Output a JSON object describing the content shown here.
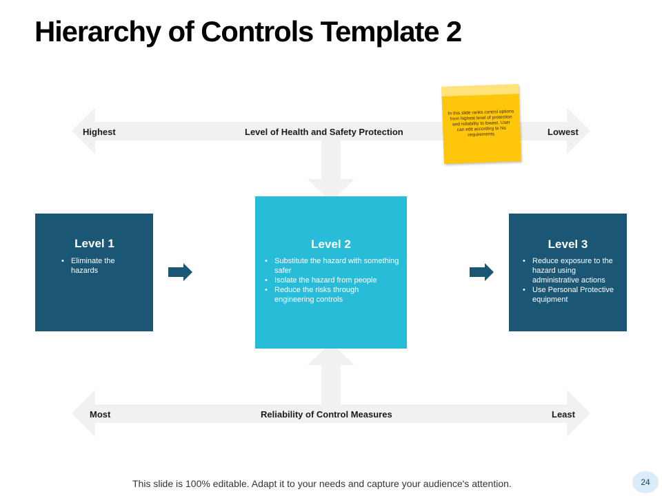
{
  "title": "Hierarchy of Controls Template 2",
  "top_arrow": {
    "left_label": "Highest",
    "center_label": "Level of Health and Safety Protection",
    "right_label": "Lowest"
  },
  "bottom_arrow": {
    "left_label": "Most",
    "center_label": "Reliability of Control Measures",
    "right_label": "Least"
  },
  "levels": [
    {
      "title": "Level 1",
      "bullets": [
        "Eliminate the hazards"
      ]
    },
    {
      "title": "Level 2",
      "bullets": [
        "Substitute the hazard with something safer",
        "Isolate the hazard from people",
        "Reduce the risks through engineering controls"
      ]
    },
    {
      "title": "Level 3",
      "bullets": [
        "Reduce exposure to the hazard using administrative actions",
        "Use Personal Protective equipment"
      ]
    }
  ],
  "sticky_note": "In this slide ranks control options from highest level of protection and reliability to lowest. User can edit according to his requirements.",
  "footer": "This slide is 100% editable. Adapt it to your needs and capture your audience's attention.",
  "page_number": "24",
  "colors": {
    "dark_teal": "#1b5774",
    "light_teal": "#29bcd8",
    "arrow_gray": "#f1f1f1",
    "sticky_yellow": "#ffc60b"
  }
}
